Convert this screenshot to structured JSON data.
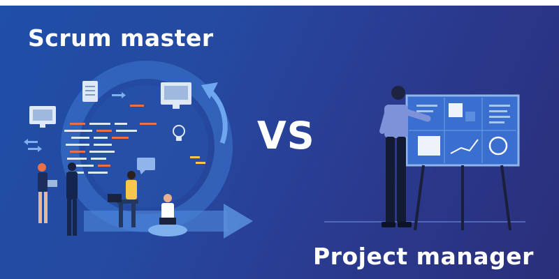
{
  "headings": {
    "scrum_master": "Scrum master",
    "versus": "VS",
    "project_manager": "Project manager"
  },
  "colors": {
    "background_start": "#1f4fa8",
    "background_end": "#2b2f7a",
    "board": "#3a6fd0",
    "accent_orange": "#e8714a",
    "accent_yellow": "#f3c84b",
    "text": "#ffffff"
  },
  "icons": [
    "monitor-icon",
    "document-icon",
    "lightbulb-icon",
    "refresh-arrow-icon",
    "chat-bubble-icon",
    "laptop-icon",
    "arrow-right-icon",
    "checkmark-icon"
  ]
}
